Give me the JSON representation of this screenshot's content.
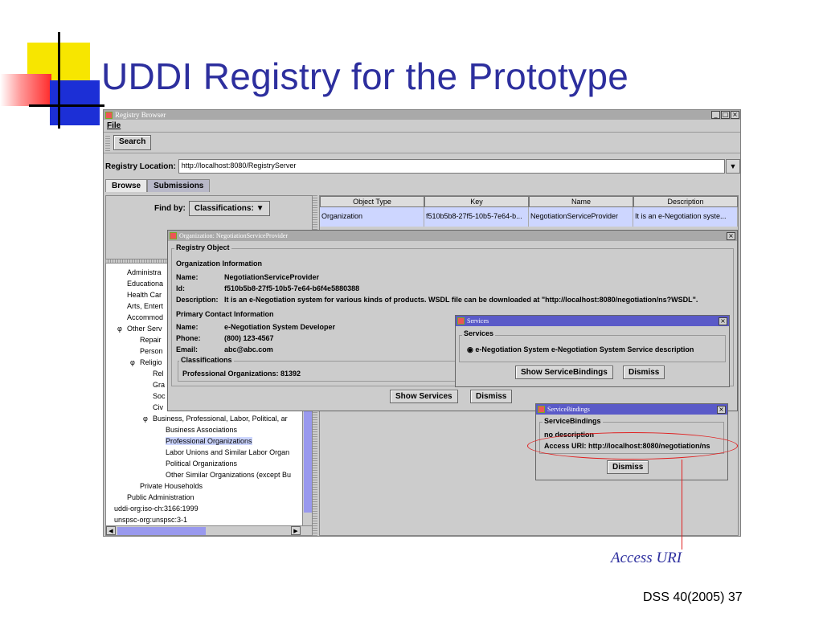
{
  "slide": {
    "title": "UDDI Registry for the Prototype",
    "annotation": "Access URI",
    "footer": "DSS 40(2005) 37"
  },
  "window": {
    "title": "Registry Browser",
    "controls": [
      "_",
      "□",
      "×"
    ],
    "menu_file": "File",
    "search_button": "Search",
    "location_label": "Registry Location:",
    "location_value": "http://localhost:8080/RegistryServer",
    "tabs": [
      "Browse",
      "Submissions"
    ],
    "find_by_label": "Find by:",
    "find_by_value": "Classifications:"
  },
  "tree": {
    "items": [
      "Administra",
      "Educationa",
      "Health Car",
      "Arts, Entert",
      "Accommod",
      "Other Serv",
      "Repair",
      "Person",
      "Religio",
      "Rel",
      "Gra",
      "Soc",
      "Civ",
      "Business, Professional, Labor, Political, ar",
      "Business Associations",
      "Professional Organizations",
      "Labor Unions and Similar Labor Organ",
      "Political Organizations",
      "Other Similar Organizations (except Bu",
      "Private Households",
      "Public Administration",
      "uddi-org:iso-ch:3166:1999",
      "unspsc-org:unspsc:3-1"
    ],
    "selected": "Professional Organizations"
  },
  "table": {
    "headers": [
      "Object Type",
      "Key",
      "Name",
      "Description"
    ],
    "rows": [
      [
        "Organization",
        "f510b5b8-27f5-10b5-7e64-b...",
        "NegotiationServiceProvider",
        "It is an e-Negotiation syste..."
      ]
    ]
  },
  "org_dialog": {
    "title": "Organization: NegotiationServiceProvider",
    "registry_object": "Registry Object",
    "org_info": "Organization Information",
    "name_label": "Name:",
    "name_value": "NegotiationServiceProvider",
    "id_label": "Id:",
    "id_value": "f510b5b8-27f5-10b5-7e64-b6f4e5880388",
    "desc_label": "Description:",
    "desc_value": "It is an e-Negotiation system for various kinds of products. WSDL file can be downloaded at \"http://localhost:8080/negotiation/ns?WSDL\".",
    "primary_contact": "Primary Contact Information",
    "contact_name_label": "Name:",
    "contact_name_value": "e-Negotiation System Developer",
    "phone_label": "Phone:",
    "phone_value": "(800) 123-4567",
    "email_label": "Email:",
    "email_value": "abc@abc.com",
    "classifications": "Classifications",
    "classification_value": "Professional Organizations:  81392",
    "show_services": "Show Services",
    "dismiss": "Dismiss"
  },
  "services_dialog": {
    "title": "Services",
    "group": "Services",
    "service_entry": "e-Negotiation System  e-Negotiation System Service description",
    "show_bindings": "Show ServiceBindings",
    "dismiss": "Dismiss"
  },
  "bindings_dialog": {
    "title": "ServiceBindings",
    "group": "ServiceBindings",
    "no_description": "no description",
    "access_uri": "Access URI:  http://localhost:8080/negotiation/ns",
    "dismiss": "Dismiss"
  },
  "colors": {
    "title_text": "#2d2f9e",
    "annotation_red": "#e02020",
    "selection": "#cdd6ff",
    "scroll_thumb": "#9999ee"
  }
}
